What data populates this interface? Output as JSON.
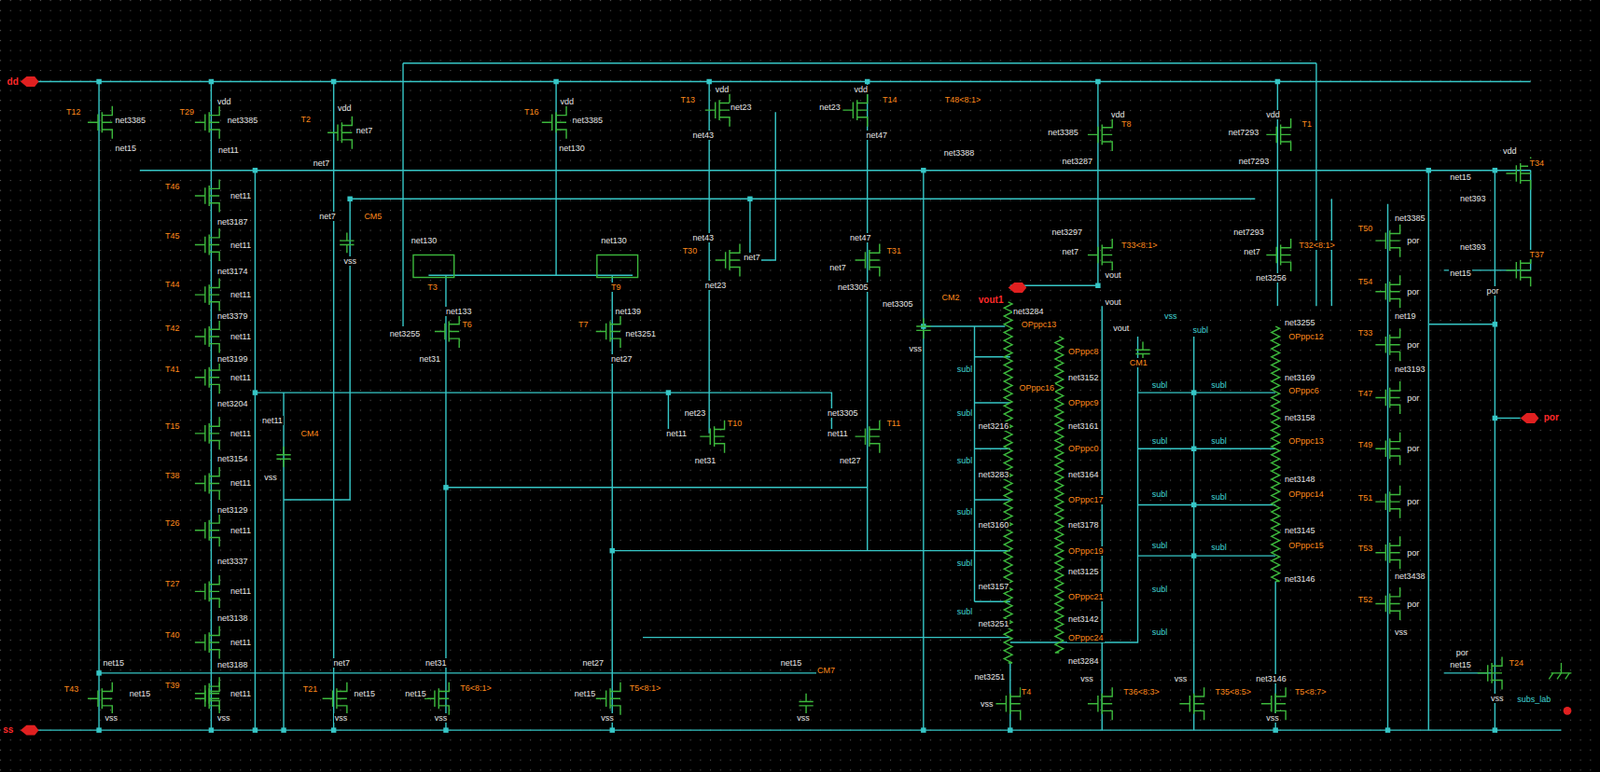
{
  "diagram": {
    "labels": [
      "dd",
      "ss",
      "T12",
      "net3385",
      "net15",
      "T29",
      "vdd",
      "net3385",
      "net11",
      "T2",
      "vdd",
      "net7",
      "net7",
      "T16",
      "vdd",
      "net3385",
      "net130",
      "T13",
      "vdd",
      "net23",
      "net43",
      "T14",
      "vdd",
      "net23",
      "net47",
      "vdd",
      "net3385",
      "T8",
      "net3287",
      "vdd",
      "net7293",
      "T1",
      "net7293",
      "vdd",
      "net15",
      "T34",
      "net393",
      "net393",
      "net15",
      "T37",
      "por",
      "T46",
      "net11",
      "net3187",
      "T45",
      "net11",
      "net3174",
      "T44",
      "net11",
      "net3379",
      "T42",
      "net11",
      "net3199",
      "T41",
      "net11",
      "net3204",
      "T15",
      "net11",
      "net3154",
      "T38",
      "net11",
      "net3129",
      "T26",
      "net11",
      "net3337",
      "T27",
      "net11",
      "net3138",
      "T40",
      "net11",
      "net3188",
      "T39",
      "net11",
      "vss",
      "net11",
      "vss",
      "CM4",
      "CM5",
      "vss",
      "net7",
      "T3",
      "T9",
      "net130",
      "net130",
      "net133",
      "net3255",
      "T6",
      "net31",
      "net139",
      "T7",
      "net3251",
      "net27",
      "T30",
      "net43",
      "net7",
      "net23",
      "T31",
      "net47",
      "net7",
      "net3305",
      "net3305",
      "net23",
      "net11",
      "T10",
      "net31",
      "net3305",
      "net11",
      "T11",
      "net27",
      "CM2",
      "vss",
      "vout1",
      "net3284",
      "OPppc13",
      "OPppc8",
      "OPppc16",
      "OPppc9",
      "OPppc0",
      "OPppc17",
      "OPppc19",
      "OPppc21",
      "OPppc24",
      "net3152",
      "net3161",
      "net3164",
      "net3178",
      "net3125",
      "net3142",
      "net3284",
      "net3216",
      "net3283",
      "net3160",
      "net3157",
      "net3251",
      "subl",
      "subl",
      "subl",
      "subl",
      "subl",
      "subl",
      "subl",
      "subl",
      "subl",
      "subl",
      "subl",
      "subl",
      "vout",
      "vout",
      "CM1",
      "vss",
      "subl",
      "OPppc12",
      "OPppc6",
      "OPppc13",
      "OPppc14",
      "OPppc15",
      "net3255",
      "net3169",
      "net3158",
      "net3148",
      "net3145",
      "net3146",
      "subl",
      "subl",
      "subl",
      "subl",
      "net3297",
      "net7",
      "T33<8:1>",
      "vout",
      "net7293",
      "net7",
      "T32<8:1>",
      "net3256",
      "T50",
      "net3385",
      "por",
      "T54",
      "por",
      "net19",
      "T33",
      "por",
      "net3193",
      "T47",
      "por",
      "T49",
      "por",
      "T51",
      "por",
      "T53",
      "por",
      "net3438",
      "T52",
      "por",
      "vss",
      "por",
      "por",
      "net15",
      "T24",
      "vss",
      "subs_lab",
      "net15",
      "T43",
      "net15",
      "vss",
      "net7",
      "T21",
      "net15",
      "vss",
      "net31",
      "net15",
      "T6<8:1>",
      "vss",
      "net27",
      "net15",
      "T5<8:1>",
      "vss",
      "net15",
      "CM7",
      "vss",
      "net3251",
      "vss",
      "T4",
      "vss",
      "T36<8:3>",
      "vss",
      "T35<8:5>",
      "net3146",
      "T5<8:7>",
      "vss",
      "T48<8:1>",
      "net3388"
    ]
  }
}
